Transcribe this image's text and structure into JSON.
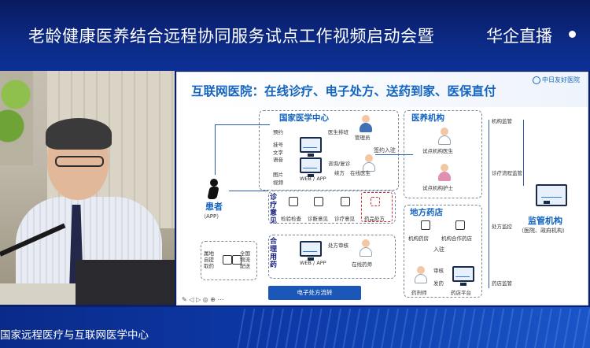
{
  "broadcast": {
    "title": "老龄健康医养结合远程协同服务试点工作视频启动会暨",
    "live_label": "华企直播"
  },
  "slide": {
    "title": "互联网医院：在线诊疗、电子处方、送药到家、医保直付",
    "logo_text": "中日友好医院",
    "national_center": {
      "title": "国家医学中心",
      "items": [
        "预约",
        "挂号",
        "文字",
        "语音",
        "图片",
        "视频"
      ],
      "staff_1": "医生排班",
      "staff_1_role": "管理员",
      "platform": "WEB / APP",
      "consult": "咨询/复诊",
      "consult_2": "续方",
      "doctor": "在线医生"
    },
    "care_institution": {
      "title": "医养机构",
      "doctor": "试点机构医生",
      "nurse": "试点机构护士",
      "sign_in": "签约入驻"
    },
    "patient": {
      "label": "患者",
      "app": "（APP）"
    },
    "diagnosis": {
      "title": "诊疗意见",
      "items": [
        "检验检查",
        "诊断意见",
        "诊疗意见",
        "药品处方"
      ]
    },
    "rational_drug": {
      "title": "合理用药",
      "platform": "WEB / APP",
      "review": "处方审核",
      "pharmacist": "在线药师"
    },
    "delivery": {
      "self_pickup": "属地自提取药",
      "logistics": "全国物流配送"
    },
    "pharmacy": {
      "title": "地方药店",
      "agency": "机构药房",
      "partner": "机构合作药店",
      "enter": "入驻",
      "audit": "审核",
      "dispense": "发药",
      "pharmacist": "药剂师",
      "platform": "药店平台"
    },
    "supervision": {
      "title": "监管机构",
      "subtitle": "（医院、政府机构）",
      "labels": [
        "机构监管",
        "诊疗流程监管",
        "处方监控",
        "药店监管"
      ]
    },
    "flow_bar": "电子处方流转"
  },
  "footer": {
    "text": "国家远程医疗与互联网医学中心"
  }
}
